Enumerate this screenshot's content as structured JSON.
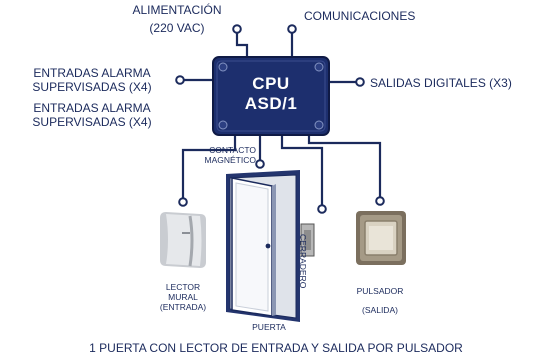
{
  "cpu": {
    "line1": "CPU",
    "line2": "ASD/1"
  },
  "labels": {
    "alimentacion_1": "ALIMENTACIÓN",
    "alimentacion_2": "(220 VAC)",
    "comunicaciones": "COMUNICACIONES",
    "entradas_top_1": "ENTRADAS ALARMA",
    "entradas_top_2": "SUPERVISADAS (X4)",
    "salidas": "SALIDAS DIGITALES (X3)",
    "entradas_bot_1": "ENTRADAS ALARMA",
    "entradas_bot_2": "SUPERVISADAS (X4)",
    "contacto_1": "CONTACTO",
    "contacto_2": "MAGNÉTICO",
    "cerradero": "CERRADERO",
    "lector_1": "LECTOR",
    "lector_2": "MURAL",
    "lector_3": "(ENTRADA)",
    "puerta": "PUERTA",
    "pulsador_1": "PULSADOR",
    "pulsador_2": "(SALIDA)"
  },
  "footer": "1 PUERTA CON LECTOR DE ENTRADA Y SALIDA POR PULSADOR",
  "colors": {
    "navy": "#1b2a5c",
    "cpu_fill": "#1d2f6e"
  }
}
